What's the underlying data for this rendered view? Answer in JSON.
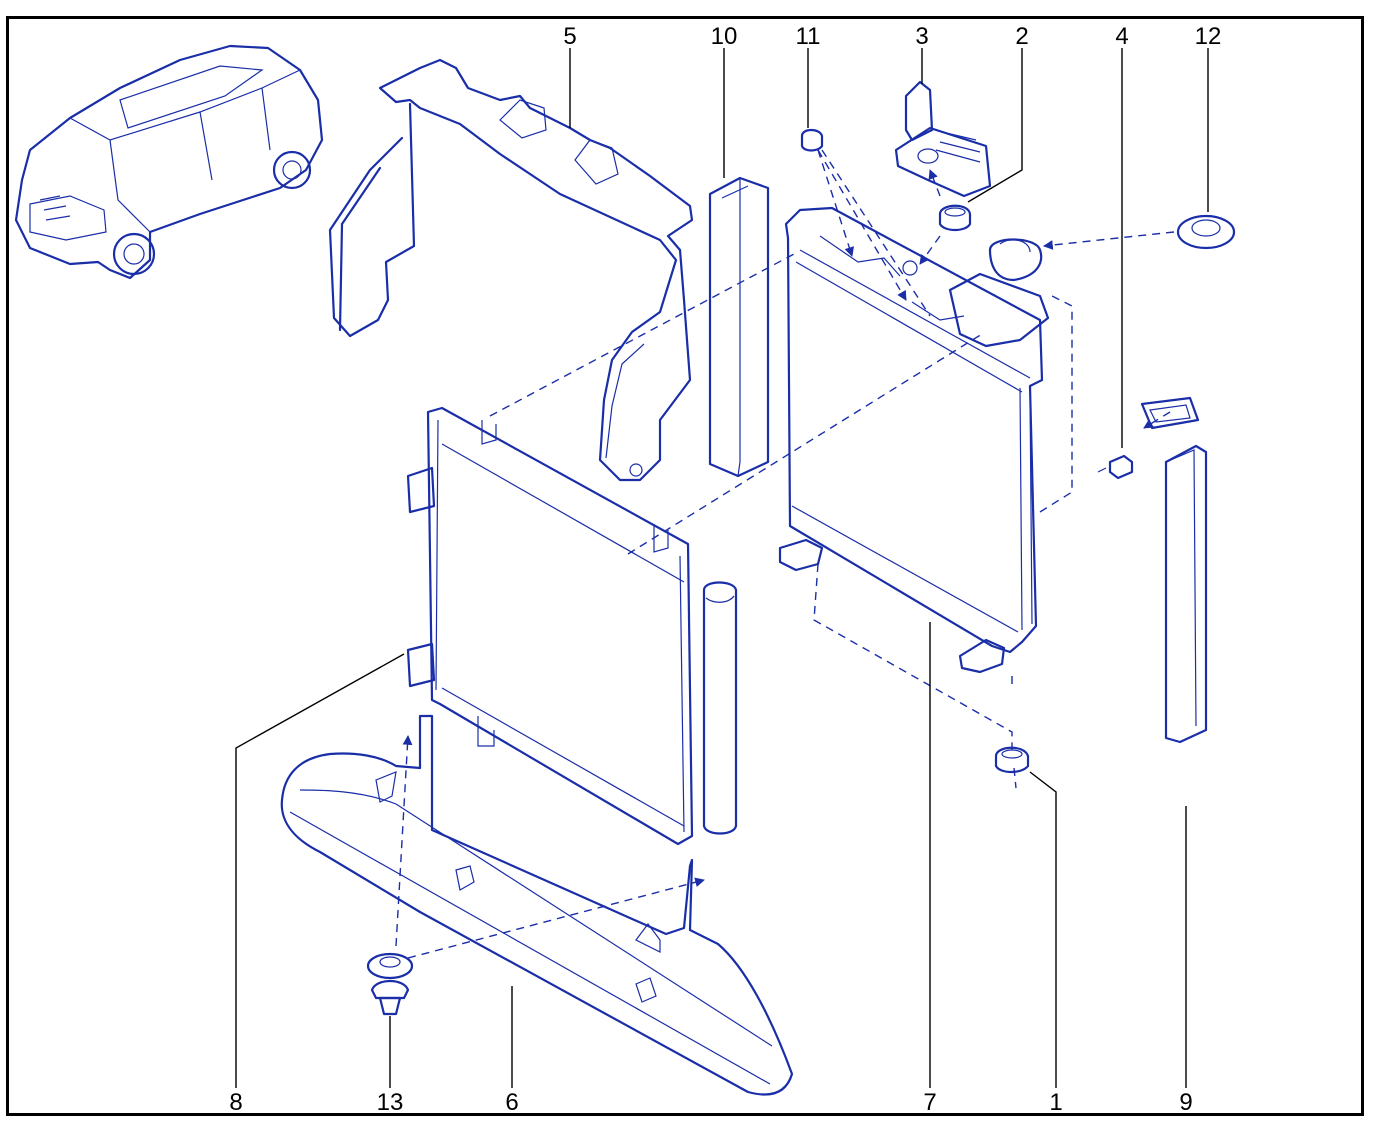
{
  "colors": {
    "line": "#1a2ea8",
    "frame": "#000000",
    "background": "#ffffff"
  },
  "callouts": {
    "c1": "1",
    "c2": "2",
    "c3": "3",
    "c4": "4",
    "c5": "5",
    "c6": "6",
    "c7": "7",
    "c8": "8",
    "c9": "9",
    "c10": "10",
    "c11": "11",
    "c12": "12",
    "c13": "13"
  }
}
